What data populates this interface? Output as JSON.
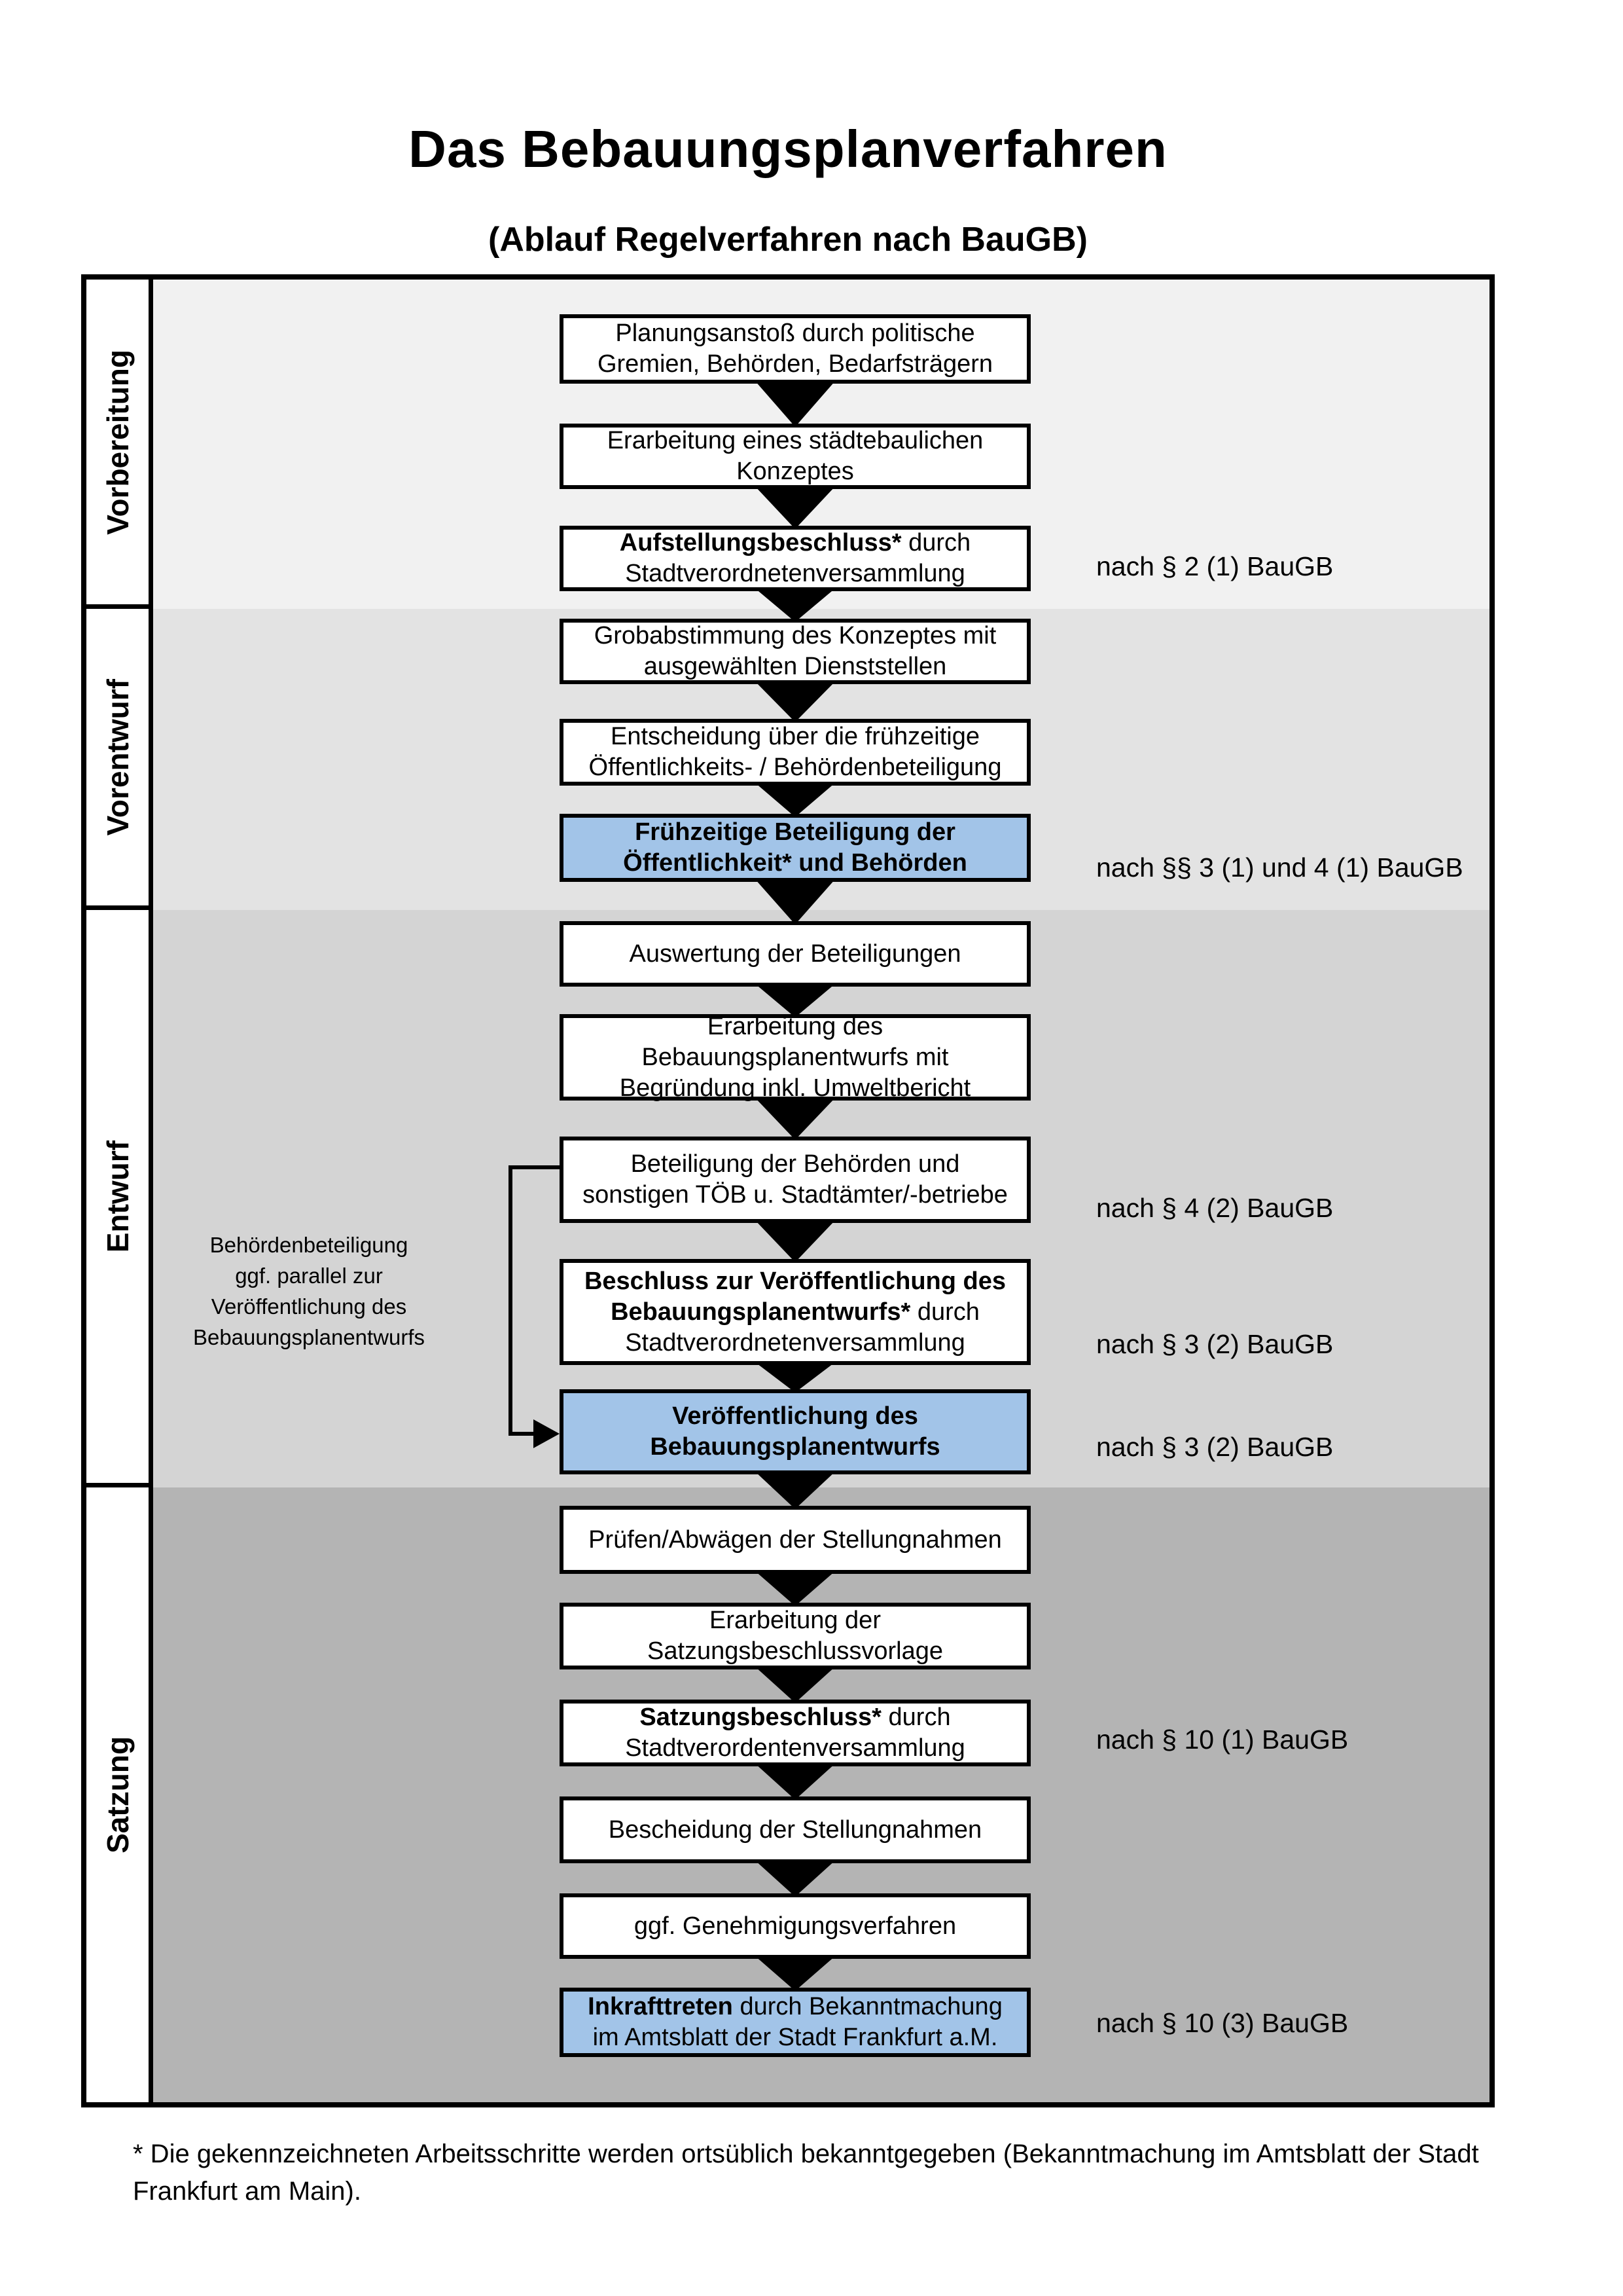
{
  "title": "Das Bebauungsplanverfahren",
  "subtitle": "(Ablauf Regelverfahren nach BauGB)",
  "phases": [
    {
      "label": "Vorbereitung"
    },
    {
      "label": "Vorentwurf"
    },
    {
      "label": "Entwurf"
    },
    {
      "label": "Satzung"
    }
  ],
  "boxes": [
    {
      "highlight": false,
      "ref": "",
      "lines": [
        [
          {
            "text": "Planungsanstoß durch politische",
            "bold": false
          }
        ],
        [
          {
            "text": "Gremien, Behörden, Bedarfsträgern",
            "bold": false
          }
        ]
      ]
    },
    {
      "highlight": false,
      "ref": "",
      "lines": [
        [
          {
            "text": "Erarbeitung eines städtebaulichen",
            "bold": false
          }
        ],
        [
          {
            "text": "Konzeptes",
            "bold": false
          }
        ]
      ]
    },
    {
      "highlight": false,
      "ref": "nach § 2 (1) BauGB",
      "lines": [
        [
          {
            "text": "Aufstellungsbeschluss*",
            "bold": true
          },
          {
            "text": " durch",
            "bold": false
          }
        ],
        [
          {
            "text": "Stadtverordnetenversammlung",
            "bold": false
          }
        ]
      ]
    },
    {
      "highlight": false,
      "ref": "",
      "lines": [
        [
          {
            "text": "Grobabstimmung des Konzeptes mit",
            "bold": false
          }
        ],
        [
          {
            "text": "ausgewählten Dienststellen",
            "bold": false
          }
        ]
      ]
    },
    {
      "highlight": false,
      "ref": "",
      "lines": [
        [
          {
            "text": "Entscheidung über die frühzeitige",
            "bold": false
          }
        ],
        [
          {
            "text": "Öffentlichkeits- / Behördenbeteiligung",
            "bold": false
          }
        ]
      ]
    },
    {
      "highlight": true,
      "ref": "nach §§ 3 (1) und 4 (1) BauGB",
      "lines": [
        [
          {
            "text": "Frühzeitige Beteiligung der",
            "bold": true
          }
        ],
        [
          {
            "text": "Öffentlichkeit* und Behörden",
            "bold": true
          }
        ]
      ]
    },
    {
      "highlight": false,
      "ref": "",
      "lines": [
        [
          {
            "text": "Auswertung der Beteiligungen",
            "bold": false
          }
        ]
      ]
    },
    {
      "highlight": false,
      "ref": "",
      "lines": [
        [
          {
            "text": "Erarbeitung des",
            "bold": false
          }
        ],
        [
          {
            "text": "Bebauungsplanentwurfs mit",
            "bold": false
          }
        ],
        [
          {
            "text": "Begründung inkl. Umweltbericht",
            "bold": false
          }
        ]
      ]
    },
    {
      "highlight": false,
      "ref": "nach § 4 (2) BauGB",
      "lines": [
        [
          {
            "text": "Beteiligung der Behörden und",
            "bold": false
          }
        ],
        [
          {
            "text": "sonstigen TÖB u. Stadtämter/-betriebe",
            "bold": false
          }
        ]
      ]
    },
    {
      "highlight": false,
      "ref": "nach § 3 (2) BauGB",
      "lines": [
        [
          {
            "text": "Beschluss zur Veröffentlichung des",
            "bold": true
          }
        ],
        [
          {
            "text": "Bebauungsplanentwurfs*",
            "bold": true
          },
          {
            "text": " durch",
            "bold": false
          }
        ],
        [
          {
            "text": "Stadtverordnetenversammlung",
            "bold": false
          }
        ]
      ]
    },
    {
      "highlight": true,
      "ref": "nach § 3 (2) BauGB",
      "lines": [
        [
          {
            "text": "Veröffentlichung des",
            "bold": true
          }
        ],
        [
          {
            "text": "Bebauungsplanentwurfs",
            "bold": true
          }
        ]
      ]
    },
    {
      "highlight": false,
      "ref": "",
      "lines": [
        [
          {
            "text": "Prüfen/Abwägen der Stellungnahmen",
            "bold": false
          }
        ]
      ]
    },
    {
      "highlight": false,
      "ref": "",
      "lines": [
        [
          {
            "text": "Erarbeitung der",
            "bold": false
          }
        ],
        [
          {
            "text": "Satzungsbeschlussvorlage",
            "bold": false
          }
        ]
      ]
    },
    {
      "highlight": false,
      "ref": "nach § 10 (1) BauGB",
      "lines": [
        [
          {
            "text": "Satzungsbeschluss*",
            "bold": true
          },
          {
            "text": " durch",
            "bold": false
          }
        ],
        [
          {
            "text": "Stadtverordentenversammlung",
            "bold": false
          }
        ]
      ]
    },
    {
      "highlight": false,
      "ref": "",
      "lines": [
        [
          {
            "text": "Bescheidung der Stellungnahmen",
            "bold": false
          }
        ]
      ]
    },
    {
      "highlight": false,
      "ref": "",
      "lines": [
        [
          {
            "text": "ggf. Genehmigungsverfahren",
            "bold": false
          }
        ]
      ]
    },
    {
      "highlight": true,
      "ref": "nach § 10 (3) BauGB",
      "lines": [
        [
          {
            "text": "Inkrafttreten",
            "bold": true
          },
          {
            "text": " durch Bekanntmachung",
            "bold": false
          }
        ],
        [
          {
            "text": "im Amtsblatt der Stadt Frankfurt a.M.",
            "bold": false
          }
        ]
      ]
    }
  ],
  "side_note": {
    "lines": [
      "Behördenbeteiligung",
      "ggf. parallel zur",
      "Veröffentlichung des",
      "Bebauungsplanentwurfs"
    ]
  },
  "footnote": {
    "lines": [
      "* Die gekennzeichneten Arbeitsschritte werden ortsüblich bekanntgegeben (Bekanntmachung im Amtsblatt  der Stadt",
      "Frankfurt am Main)."
    ]
  },
  "colors": {
    "highlight_box": "#a2c4e8",
    "box_background": "#ffffff",
    "border": "#000000",
    "phase_backgrounds": [
      "#f1f1f1",
      "#e3e3e3",
      "#d4d4d4",
      "#b4b4b4"
    ]
  }
}
